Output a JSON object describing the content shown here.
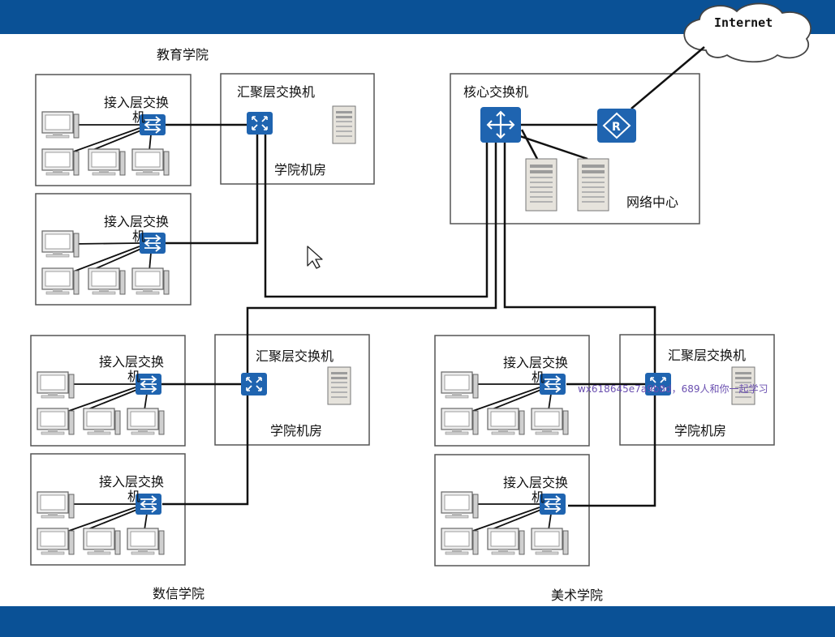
{
  "colors": {
    "band": "#0a5196",
    "device": "#1f64b0",
    "line": "#111111"
  },
  "internet": {
    "label": "Internet",
    "icon": "cloud-icon"
  },
  "core": {
    "title": "核心交换机",
    "room_label": "网络中心",
    "switch_icon": "core-switch-icon",
    "router_icon": "router-icon",
    "server_icon": "server-icon"
  },
  "colleges": [
    {
      "name": "教育学院",
      "agg_title": "汇聚层交换机",
      "room_label": "学院机房",
      "access": [
        {
          "label_line1": "接入层交换",
          "label_line2": "机"
        },
        {
          "label_line1": "接入层交换",
          "label_line2": "机"
        }
      ]
    },
    {
      "name": "数信学院",
      "agg_title": "汇聚层交换机",
      "room_label": "学院机房",
      "access": [
        {
          "label_line1": "接入层交换",
          "label_line2": "机"
        },
        {
          "label_line1": "接入层交换",
          "label_line2": "机"
        }
      ]
    },
    {
      "name": "美术学院",
      "agg_title": "汇聚层交换机",
      "room_label": "学院机房",
      "access": [
        {
          "label_line1": "接入层交换",
          "label_line2": "机"
        },
        {
          "label_line1": "接入层交换",
          "label_line2": "机"
        }
      ]
    }
  ],
  "watermark": "wx618645e7a9b8d，689人和你一起学习"
}
